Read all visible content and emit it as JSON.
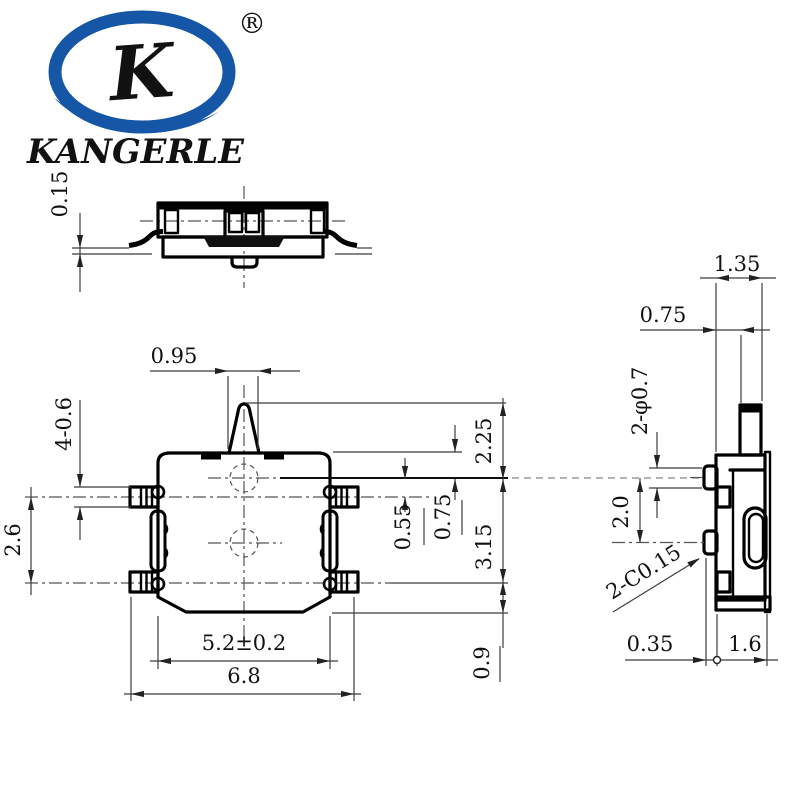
{
  "brand": {
    "name": "KANGERLE",
    "registered_mark": "®",
    "logo_letter": "K",
    "logo_color": "#1656A6"
  },
  "views": {
    "front": {
      "dims": {
        "standoff": "0.15"
      }
    },
    "top": {
      "dims": {
        "actuator_width": "0.95",
        "lead_size": "4-0.6",
        "lead_pitch": "2.6",
        "body_width": "5.2±0.2",
        "overall_width": "6.8",
        "tip_to_center": "2.25",
        "center_to_lead2": "3.15",
        "top_to_center": "0.75",
        "center_to_lead1": "0.55",
        "lead2_to_bottom": "0.9"
      }
    },
    "side": {
      "dims": {
        "head_width": "1.35",
        "stem_offset": "0.75",
        "peg_diameter": "2-φ0.7",
        "peg_pitch": "2.0",
        "chamfer": "2-C0.15",
        "lead_protrusion": "0.35",
        "body_thickness": "1.6"
      }
    }
  }
}
